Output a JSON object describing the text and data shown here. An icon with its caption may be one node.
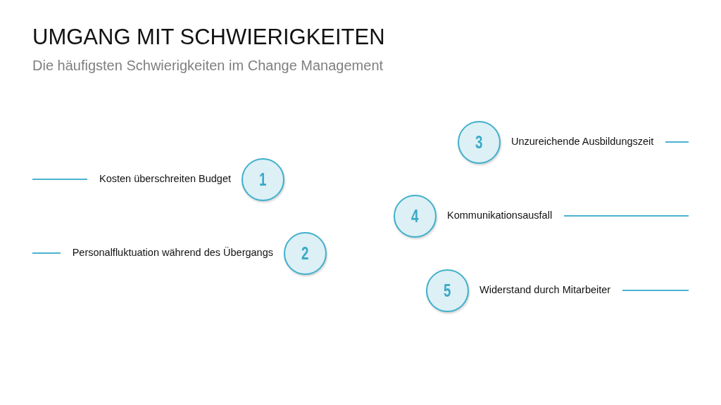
{
  "diagram": {
    "title": "UMGANG MIT SCHWIERIGKEITEN",
    "nodes": [
      {
        "text": [
          "1"
        ],
        "beside": [
          "Kosten überschreiten Budget"
        ]
      },
      {
        "text": [
          "2"
        ],
        "beside": [
          "Personalfluktuation während des Übergangs"
        ]
      },
      {
        "text": [
          "3"
        ],
        "beside": [
          "Unzureichende Ausbildungszeit"
        ]
      },
      {
        "text": [
          "4"
        ],
        "beside": [
          "Kommunikationsausfall"
        ]
      },
      {
        "text": [
          "5"
        ],
        "beside": [
          "Widerstand durch Mitarbeiter"
        ]
      }
    ],
    "labels": [
      "Die häufigsten Schwierigkeiten im Change Management"
    ]
  }
}
